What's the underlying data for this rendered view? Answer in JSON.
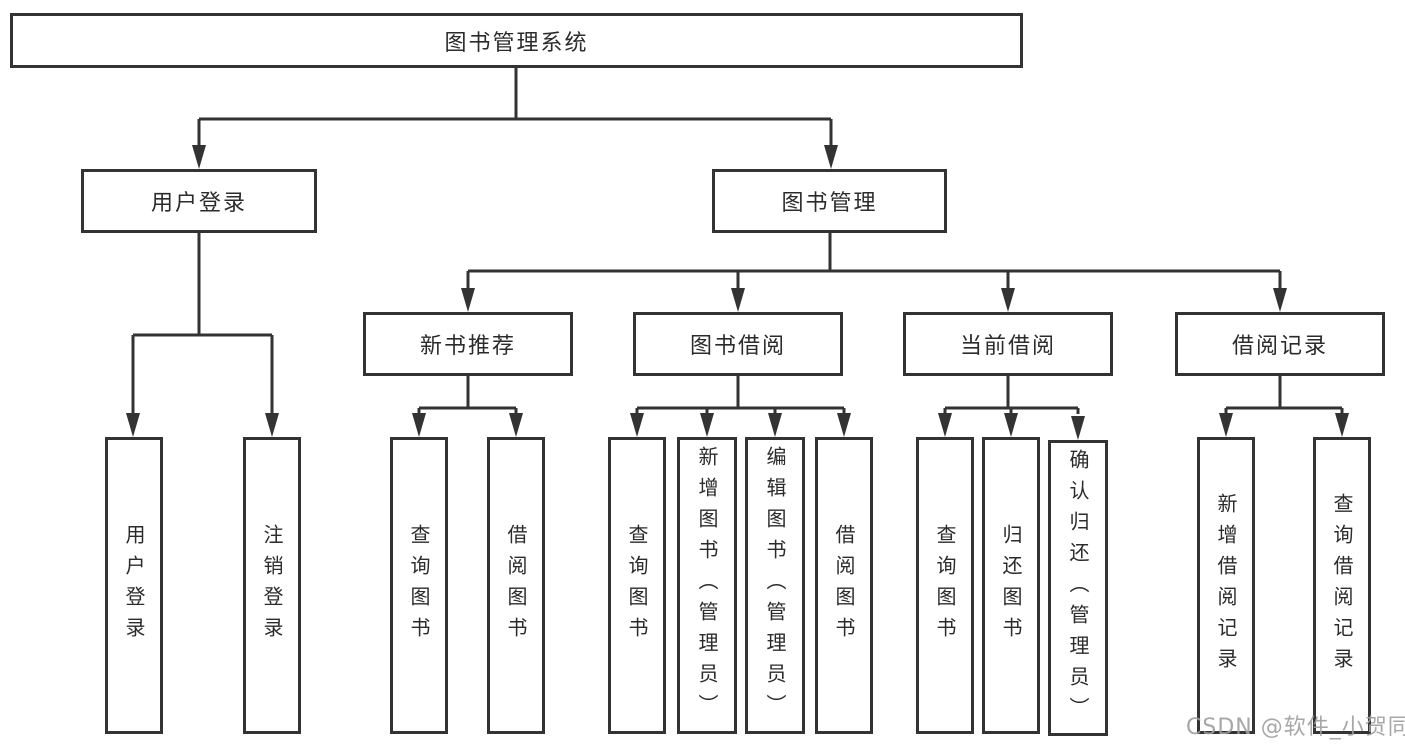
{
  "diagram": {
    "type": "hierarchy-tree",
    "tree": {
      "label": "图书管理系统",
      "children": [
        {
          "label": "用户登录",
          "children": [
            {
              "label": "用户登录"
            },
            {
              "label": "注销登录"
            }
          ]
        },
        {
          "label": "图书管理",
          "children": [
            {
              "label": "新书推荐",
              "children": [
                {
                  "label": "查询图书"
                },
                {
                  "label": "借阅图书"
                }
              ]
            },
            {
              "label": "图书借阅",
              "children": [
                {
                  "label": "查询图书"
                },
                {
                  "label": "新增图书（管理员）"
                },
                {
                  "label": "编辑图书（管理员）"
                },
                {
                  "label": "借阅图书"
                }
              ]
            },
            {
              "label": "当前借阅",
              "children": [
                {
                  "label": "查询图书"
                },
                {
                  "label": "归还图书"
                },
                {
                  "label": "确认归还（管理员）"
                }
              ]
            },
            {
              "label": "借阅记录",
              "children": [
                {
                  "label": "新增借阅记录"
                },
                {
                  "label": "查询借阅记录"
                }
              ]
            }
          ]
        }
      ]
    }
  },
  "watermark": {
    "text": "CSDN @软件_小贺同学"
  },
  "colors": {
    "line": "#333333",
    "text": "#2b2b2b",
    "watermark": "#9e9e9e",
    "background": "#ffffff"
  }
}
